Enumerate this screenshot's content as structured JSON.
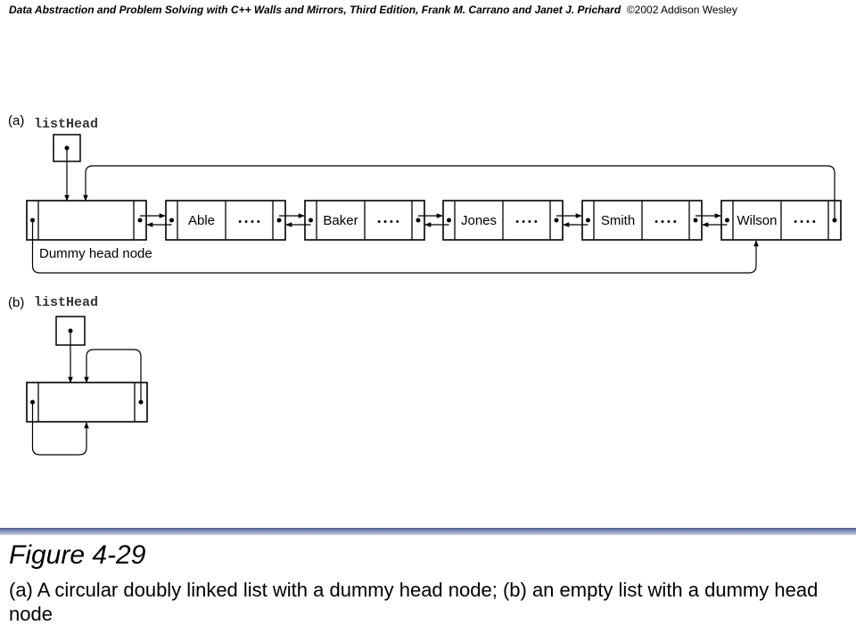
{
  "header": {
    "book_title": "Data Abstraction and Problem Solving with C++ Walls and Mirrors, Third Edition,",
    "authors": "Frank M. Carrano and Janet J. Prichard",
    "copyright": "©2002 Addison Wesley"
  },
  "diagram": {
    "part_a": {
      "label": "(a)",
      "pointer_name": "listHead",
      "dummy_label": "Dummy head node",
      "nodes": [
        "Able",
        "Baker",
        "Jones",
        "Smith",
        "Wilson"
      ],
      "ellipsis": "• • • •"
    },
    "part_b": {
      "label": "(b)",
      "pointer_name": "listHead"
    }
  },
  "figure": {
    "title": "Figure 4-29",
    "caption": "(a) A circular doubly linked list with a dummy head node; (b) an empty list with a dummy head node"
  }
}
